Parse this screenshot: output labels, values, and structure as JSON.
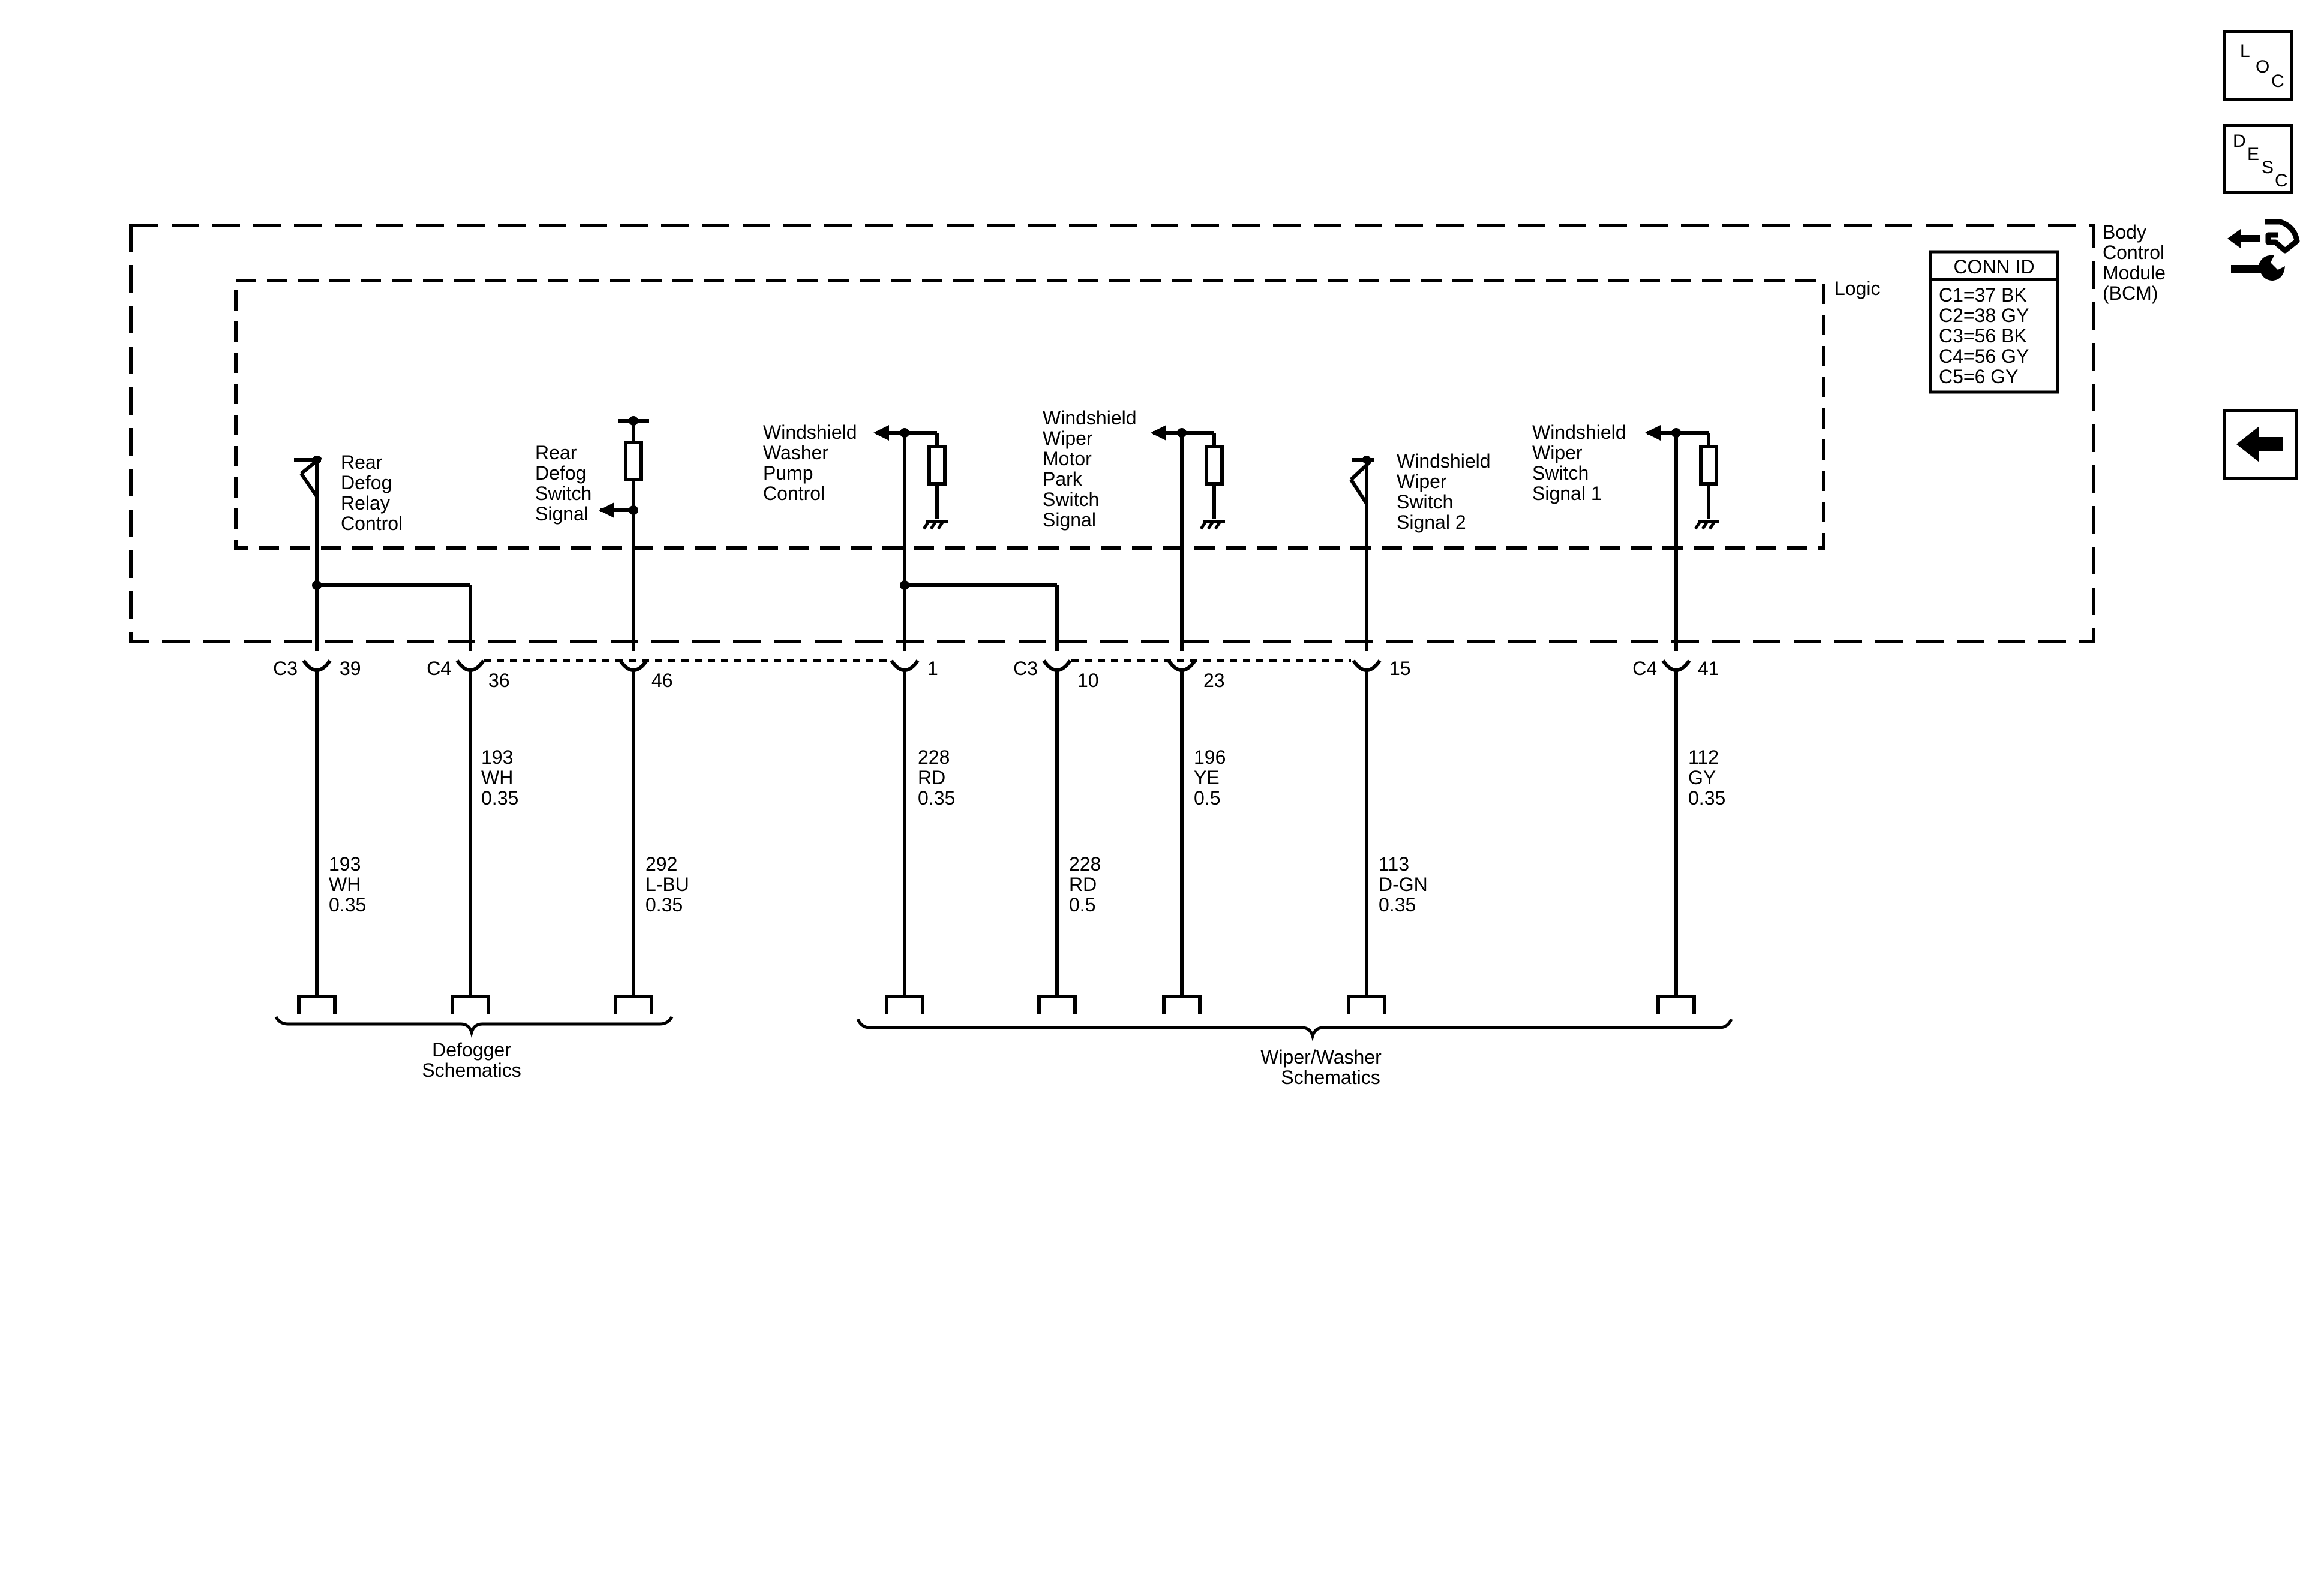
{
  "module": {
    "line1": "Body",
    "line2": "Control",
    "line3": "Module",
    "line4": "(BCM)"
  },
  "logic_label": "Logic",
  "conn_id": {
    "title": "CONN ID",
    "rows": [
      "C1=37 BK",
      "C2=38 GY",
      "C3=56 BK",
      "C4=56 GY",
      "C5=6 GY"
    ]
  },
  "functions": [
    {
      "lines": [
        "Rear",
        "Defog",
        "Relay",
        "Control"
      ]
    },
    {
      "lines": [
        "Rear",
        "Defog",
        "Switch",
        "Signal"
      ]
    },
    {
      "lines": [
        "Windshield",
        "Washer",
        "Pump",
        "Control"
      ]
    },
    {
      "lines": [
        "Windshield",
        "Wiper",
        "Motor",
        "Park",
        "Switch",
        "Signal"
      ]
    },
    {
      "lines": [
        "Windshield",
        "Wiper",
        "Switch",
        "Signal 2"
      ]
    },
    {
      "lines": [
        "Windshield",
        "Wiper",
        "Switch",
        "Signal 1"
      ]
    }
  ],
  "pins": [
    {
      "conn": "C3",
      "pin": "39"
    },
    {
      "conn": "C4",
      "pin": "36"
    },
    {
      "conn": "",
      "pin": "46"
    },
    {
      "conn": "",
      "pin": "1"
    },
    {
      "conn": "C3",
      "pin": "10"
    },
    {
      "conn": "",
      "pin": "23"
    },
    {
      "conn": "",
      "pin": "15"
    },
    {
      "conn": "C4",
      "pin": "41"
    }
  ],
  "wires": [
    {
      "circuit": "193",
      "color": "WH",
      "gauge": "0.35"
    },
    {
      "circuit": "193",
      "color": "WH",
      "gauge": "0.35"
    },
    {
      "circuit": "292",
      "color": "L-BU",
      "gauge": "0.35"
    },
    {
      "circuit": "228",
      "color": "RD",
      "gauge": "0.35"
    },
    {
      "circuit": "228",
      "color": "RD",
      "gauge": "0.5"
    },
    {
      "circuit": "196",
      "color": "YE",
      "gauge": "0.5"
    },
    {
      "circuit": "113",
      "color": "D-GN",
      "gauge": "0.35"
    },
    {
      "circuit": "112",
      "color": "GY",
      "gauge": "0.35"
    }
  ],
  "groups": {
    "defogger": {
      "line1": "Defogger",
      "line2": "Schematics"
    },
    "wiper": {
      "line1": "Wiper/Washer",
      "line2": "Schematics"
    }
  },
  "nav": {
    "loc": {
      "l": "L",
      "o": "O",
      "c": "C"
    },
    "desc": {
      "d": "D",
      "e": "E",
      "s": "S",
      "c": "C"
    }
  }
}
